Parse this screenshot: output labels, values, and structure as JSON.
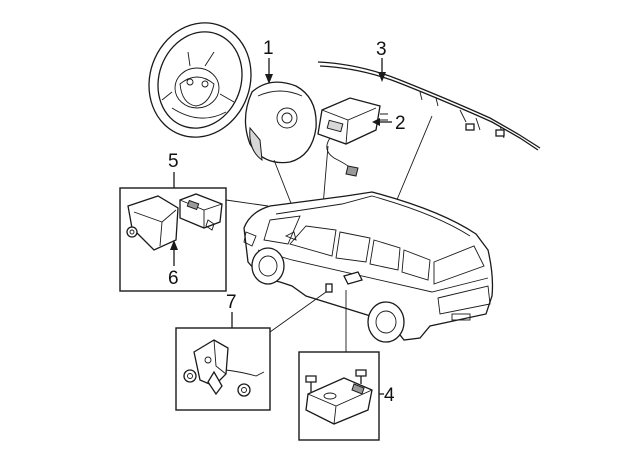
{
  "diagram": {
    "callouts": [
      {
        "id": "1",
        "label": "1"
      },
      {
        "id": "2",
        "label": "2"
      },
      {
        "id": "3",
        "label": "3"
      },
      {
        "id": "4",
        "label": "4"
      },
      {
        "id": "5",
        "label": "5"
      },
      {
        "id": "6",
        "label": "6"
      },
      {
        "id": "7",
        "label": "7"
      }
    ],
    "parts": [
      {
        "icon": "steering-wheel-icon"
      },
      {
        "icon": "driver-airbag-icon"
      },
      {
        "icon": "airbag-control-module-icon"
      },
      {
        "icon": "curtain-airbag-icon"
      },
      {
        "icon": "sensor-module-icon"
      },
      {
        "icon": "occupant-sensor-icon"
      },
      {
        "icon": "bracket-icon"
      },
      {
        "icon": "suv-vehicle-icon"
      }
    ],
    "colors": {
      "line": "#1a1a1a",
      "background": "#ffffff",
      "shade": "#d8d8d8"
    }
  }
}
